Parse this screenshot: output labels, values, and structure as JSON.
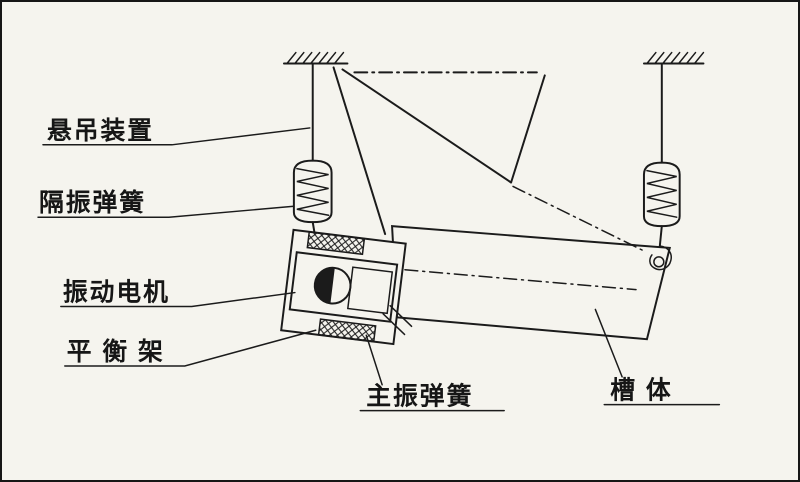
{
  "labels": {
    "suspension_device": "悬吊装置",
    "isolation_spring": "隔振弹簧",
    "vibration_motor": "振动电机",
    "balance_frame": "平 衡 架",
    "main_vibration_spring": "主振弹簧",
    "trough_body": "槽  体"
  },
  "colors": {
    "ink": "#1b1b1b",
    "paper": "#f5f4ee"
  }
}
